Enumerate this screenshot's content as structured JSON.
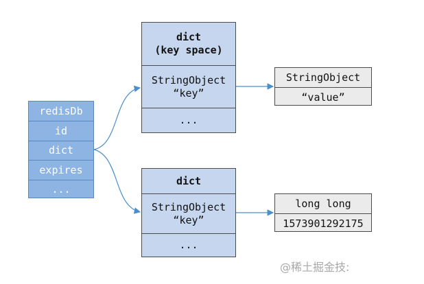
{
  "redisdb": {
    "items": [
      "redisDb",
      "id",
      "dict",
      "expires",
      "..."
    ]
  },
  "dict_keyspace": {
    "title_line1": "dict",
    "title_line2": "(key space)",
    "entry_line1": "StringObject",
    "entry_line2": "“key”",
    "more": "..."
  },
  "dict_expires": {
    "title": "dict",
    "entry_line1": "StringObject",
    "entry_line2": "“key”",
    "more": "..."
  },
  "value_string": {
    "header": "StringObject",
    "value": "“value”"
  },
  "value_longlong": {
    "header": "long long",
    "value": "1573901292175"
  },
  "watermark": "@稀土掘金技:",
  "colors": {
    "redisdb_fill": "#8eb4e3",
    "dict_fill": "#c5d6ee",
    "value_fill": "#ebebeb",
    "arrow": "#4a8fcb"
  }
}
